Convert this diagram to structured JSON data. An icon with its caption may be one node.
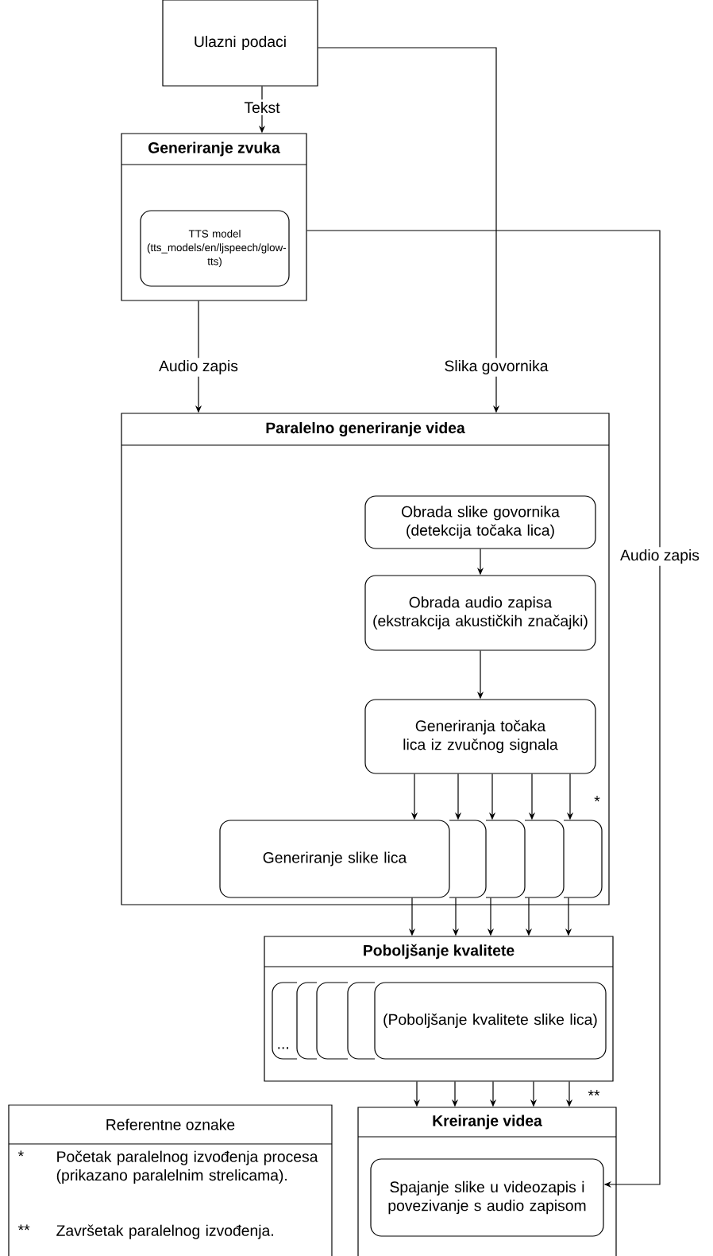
{
  "diagram": {
    "nodes": [
      {
        "text": [
          "Ulazni podaci"
        ]
      },
      {
        "text": [
          "Generiranje zvuka"
        ]
      },
      {
        "text": [
          "TTS model (tts_models/en/ljspeech/glow-tts)"
        ],
        "in": 1
      },
      {
        "text": [
          "Paralelno generiranje videa"
        ]
      },
      {
        "text": [
          "Obrada slike govornika (detekcija točaka lica)"
        ],
        "in": 3
      },
      {
        "text": [
          "Obrada audio zapisa (ekstrakcija akustičkih značajki)"
        ],
        "in": 3
      },
      {
        "text": [
          "Generiranja točaka lica iz zvučnog signala"
        ],
        "in": 3
      },
      {
        "text": [
          "Generiranje slike lica"
        ],
        "in": 3
      },
      {
        "text": [],
        "shape": "box",
        "in": 3
      },
      {
        "text": [],
        "shape": "box",
        "in": 3
      },
      {
        "text": [],
        "shape": "box",
        "in": 3
      },
      {
        "text": [],
        "shape": "box",
        "in": 3
      },
      {
        "text": [
          "Poboljšanje kvalitete"
        ]
      },
      {
        "text": [
          "..."
        ],
        "in": 12
      },
      {
        "text": [],
        "shape": "box",
        "in": 12
      },
      {
        "text": [],
        "shape": "box",
        "in": 12
      },
      {
        "text": [],
        "shape": "box",
        "in": 12
      },
      {
        "text": [
          "(Poboljšanje kvalitete slike lica)"
        ],
        "in": 12
      },
      {
        "text": [
          "Kreiranje videa"
        ]
      },
      {
        "text": [
          "Spajanje slike u videozapis i povezivanje s audio zapisom"
        ],
        "in": 18
      },
      {
        "text": [
          "Referentne oznake",
          "*",
          "Početak paralelnog izvođenja procesa (prikazano paralelnim strelicama).",
          "**",
          "Završetak paralelnog izvođenja."
        ]
      }
    ],
    "edges": [
      {
        "from": 0,
        "to": 1,
        "arrow": "to",
        "label": "Tekst"
      },
      {
        "from": 0,
        "to": 3,
        "arrow": "to",
        "label": "Slika govornika"
      },
      {
        "from": 1,
        "to": 3,
        "arrow": "to",
        "label": "Audio zapis"
      },
      {
        "from": 1,
        "to": 19,
        "arrow": "to",
        "label": "Audio zapis"
      },
      {
        "from": 4,
        "to": 5,
        "arrow": "to"
      },
      {
        "from": 5,
        "to": 6,
        "arrow": "to"
      },
      {
        "from": 6,
        "to": 7,
        "arrow": "to"
      },
      {
        "from": 6,
        "to": 8,
        "arrow": "to"
      },
      {
        "from": 6,
        "to": 9,
        "arrow": "to"
      },
      {
        "from": 6,
        "to": 10,
        "arrow": "to"
      },
      {
        "from": 6,
        "to": 11,
        "arrow": "to"
      },
      {
        "from": 7,
        "to": 12,
        "arrow": "to"
      },
      {
        "from": 8,
        "to": 12,
        "arrow": "to"
      },
      {
        "from": 9,
        "to": 12,
        "arrow": "to"
      },
      {
        "from": 10,
        "to": 12,
        "arrow": "to"
      },
      {
        "from": 11,
        "to": 12,
        "arrow": "to"
      },
      {
        "from": 12,
        "to": 18,
        "arrow": "to"
      },
      {
        "from": 12,
        "to": 18,
        "arrow": "to"
      },
      {
        "from": 12,
        "to": 18,
        "arrow": "to"
      },
      {
        "from": 12,
        "to": 18,
        "arrow": "to"
      },
      {
        "from": 12,
        "to": 18,
        "arrow": "to"
      }
    ],
    "labels": [
      "*",
      "**"
    ]
  }
}
